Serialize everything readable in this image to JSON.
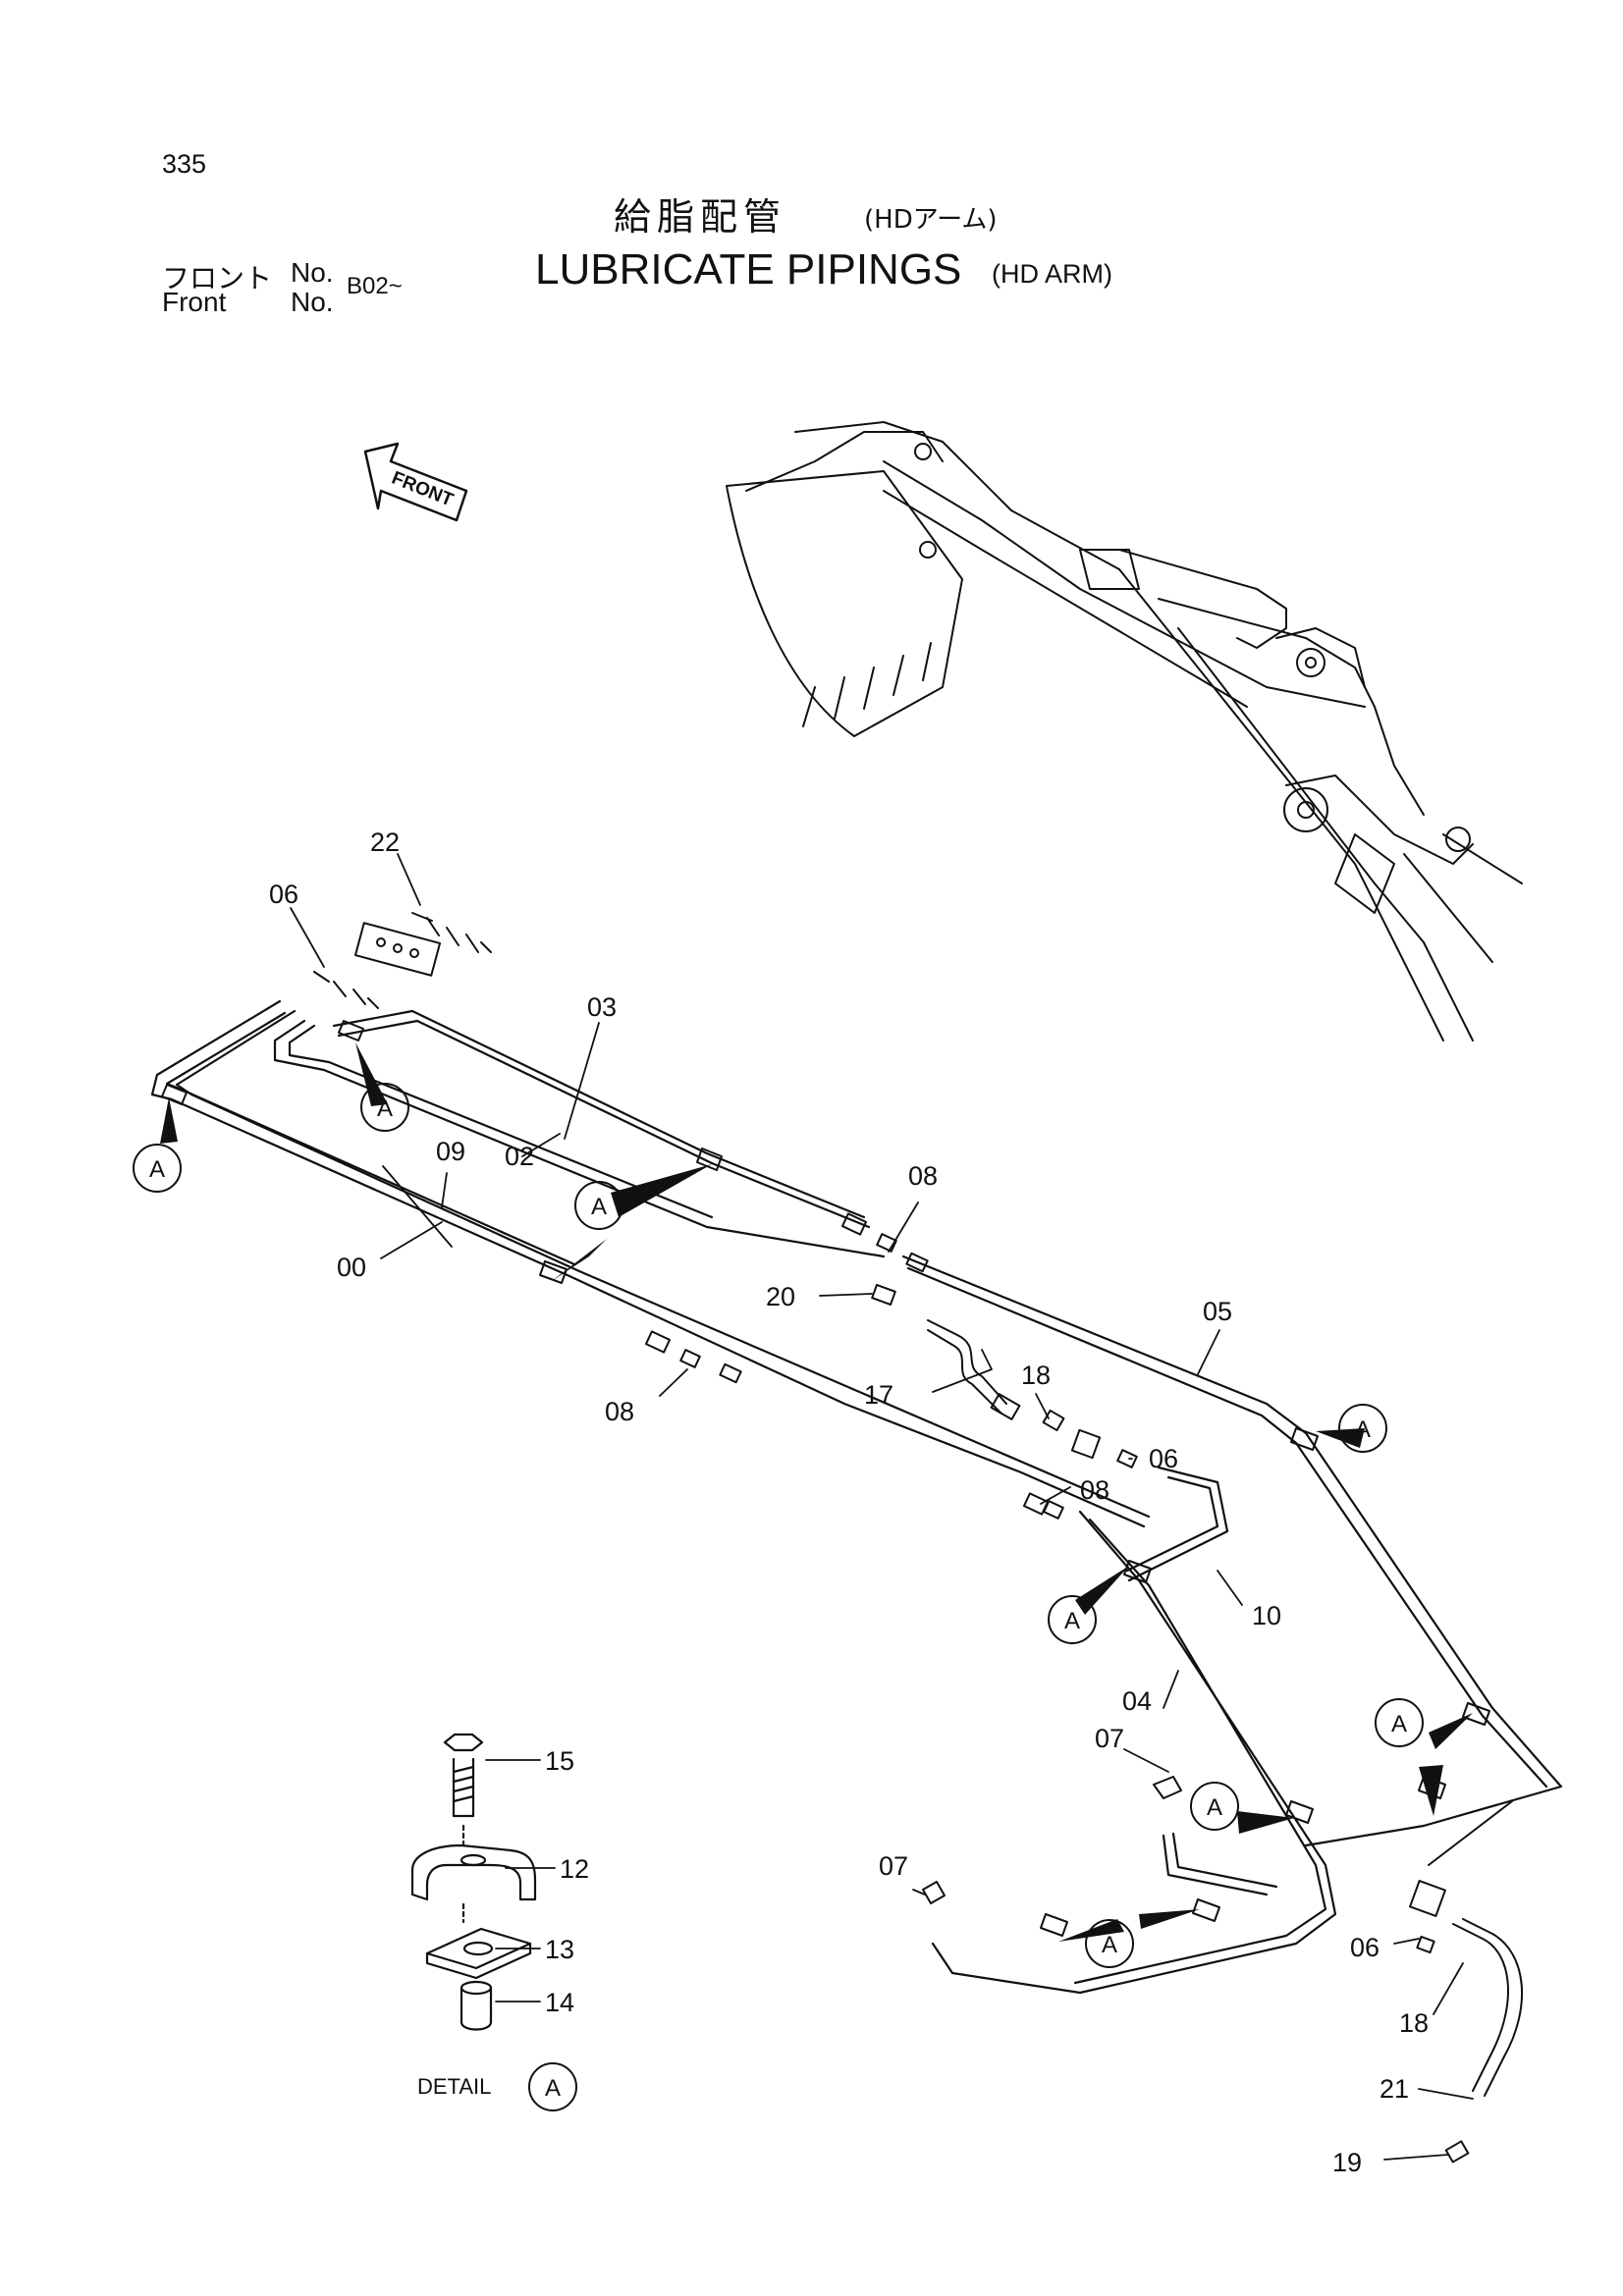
{
  "header": {
    "page_number": "335",
    "title_jp": "給脂配管",
    "title_jp_sub": "(HDアーム)",
    "title_en": "LUBRICATE PIPINGS",
    "title_en_sub": "(HD ARM)",
    "front_jp": "フロント",
    "front_en": "Front",
    "front_no_1": "No.",
    "front_no_2": "No.",
    "front_range": "B02~"
  },
  "direction_arrow": "FRONT",
  "callouts": {
    "c22": "22",
    "c06a": "06",
    "c03": "03",
    "c02": "02",
    "c09": "09",
    "c00": "00",
    "c08a": "08",
    "c08b": "08",
    "c08c": "08",
    "c20": "20",
    "c05": "05",
    "c17": "17",
    "c18a": "18",
    "c06b": "06",
    "c10": "10",
    "c04": "04",
    "c07a": "07",
    "c07b": "07",
    "c06c": "06",
    "c18b": "18",
    "c21": "21",
    "c19": "19",
    "c15": "15",
    "c12": "12",
    "c13": "13",
    "c14": "14"
  },
  "detail_marker": "A",
  "detail_caption": "DETAIL"
}
